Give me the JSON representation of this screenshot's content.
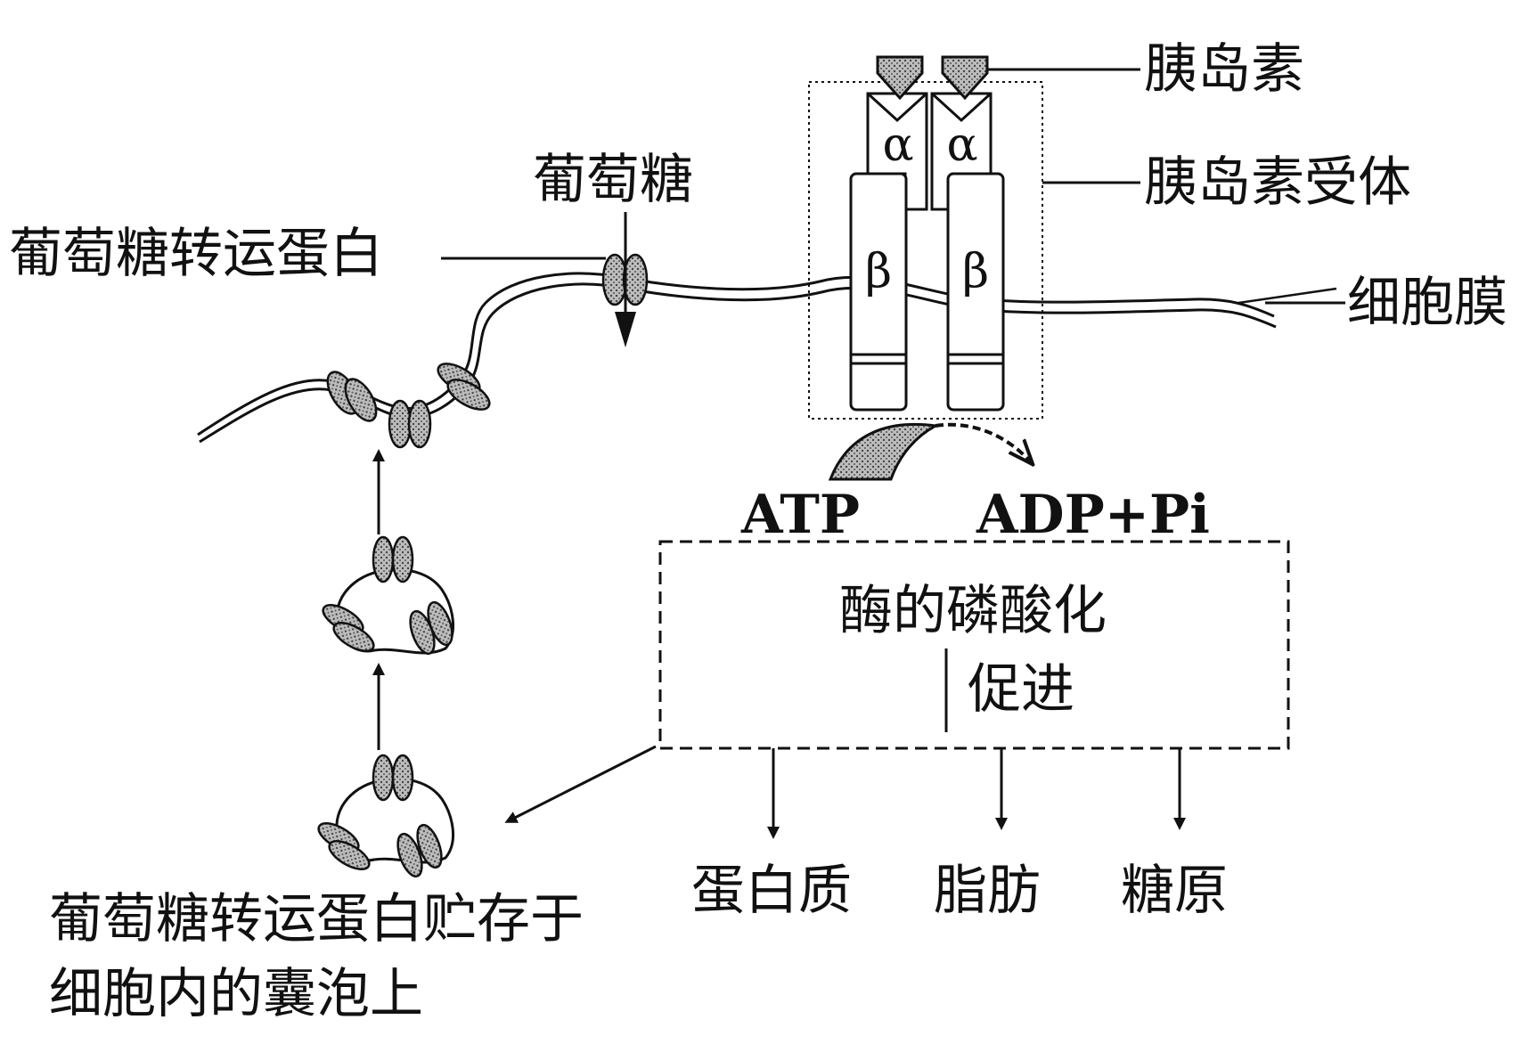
{
  "labels": {
    "insulin": "胰岛素",
    "insulin_receptor": "胰岛素受体",
    "cell_membrane": "细胞膜",
    "glucose": "葡萄糖",
    "glucose_transporter": "葡萄糖转运蛋白",
    "alpha": "α",
    "beta": "β",
    "atp": "ATP",
    "adp_pi": "ADP+Pi",
    "enzyme_phosphorylation": "酶的磷酸化",
    "promote": "促进",
    "protein": "蛋白质",
    "fat": "脂肪",
    "glycogen": "糖原",
    "vesicle_line1": "葡萄糖转运蛋白贮存于",
    "vesicle_line2": "细胞内的囊泡上"
  },
  "colors": {
    "ink": "#111111",
    "shade": "#9a9a9a"
  }
}
